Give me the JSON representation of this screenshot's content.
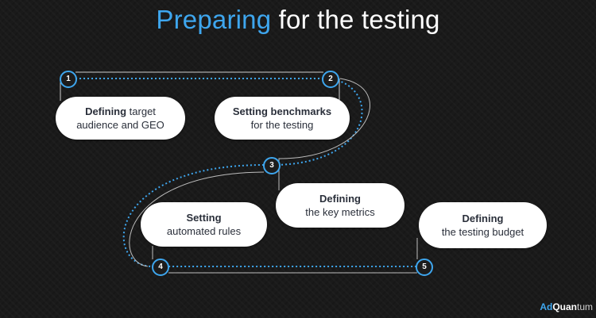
{
  "title": {
    "accent": "Preparing",
    "rest": " for the testing"
  },
  "steps": [
    {
      "number": "1",
      "bold": "Defining",
      "text1": " target",
      "text2": "audience and GEO"
    },
    {
      "number": "2",
      "bold": "Setting benchmarks",
      "text1": "",
      "text2": "for the testing"
    },
    {
      "number": "3",
      "bold": "Defining",
      "text1": "",
      "text2": "the key metrics"
    },
    {
      "number": "4",
      "bold": "Setting",
      "text1": "",
      "text2": "automated rules"
    },
    {
      "number": "5",
      "bold": "Defining",
      "text1": "",
      "text2": "the testing budget"
    }
  ],
  "logo": {
    "ad": "Ad",
    "q": "Quan",
    "t": "tum"
  },
  "colors": {
    "accent": "#3ea6ee",
    "background": "#1a1a1a",
    "pill": "#ffffff",
    "pill_text": "#2a2f3a"
  }
}
